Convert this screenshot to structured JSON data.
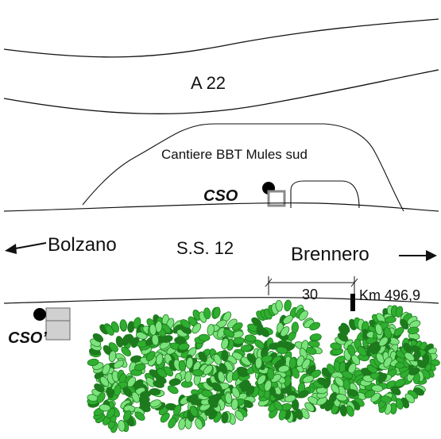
{
  "labels": {
    "highway": "A 22",
    "site": "Cantiere BBT Mules sud",
    "cso": "CSO",
    "cso_prime": "CSO’",
    "direction_left": "Bolzano",
    "state_road": "S.S. 12",
    "direction_right": "Brennero",
    "dimension": "30",
    "km_marker": "Km 496,9"
  },
  "colors": {
    "line": "#111111",
    "square_outline": "#8a8a8a",
    "box_fill": "#d0d0d0",
    "tree_dark": "#1d7a1d",
    "tree_mid": "#2fae2f",
    "tree_light": "#7be37b"
  }
}
